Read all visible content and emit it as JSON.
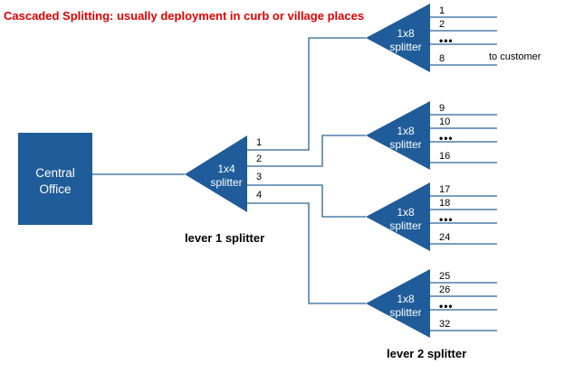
{
  "title": "Cascaded Splitting: usually deployment in curb or village places",
  "colors": {
    "title": "#e00000",
    "shape_fill": "#1f5c99",
    "line": "#2a6496"
  },
  "central_office": {
    "line1": "Central",
    "line2": "Office"
  },
  "level1": {
    "ratio": "1x4",
    "word": "splitter",
    "ports": [
      "1",
      "2",
      "3",
      "4"
    ],
    "caption": "lever 1 splitter"
  },
  "level2": {
    "caption": "lever 2 splitter",
    "splitters": [
      {
        "ratio": "1x8",
        "word": "splitter",
        "ports": [
          "1",
          "2",
          "•••",
          "8"
        ]
      },
      {
        "ratio": "1x8",
        "word": "splitter",
        "ports": [
          "9",
          "10",
          "•••",
          "16"
        ]
      },
      {
        "ratio": "1x8",
        "word": "splitter",
        "ports": [
          "17",
          "18",
          "•••",
          "24"
        ]
      },
      {
        "ratio": "1x8",
        "word": "splitter",
        "ports": [
          "25",
          "26",
          "•••",
          "32"
        ]
      }
    ]
  },
  "customer_label": "to customer"
}
